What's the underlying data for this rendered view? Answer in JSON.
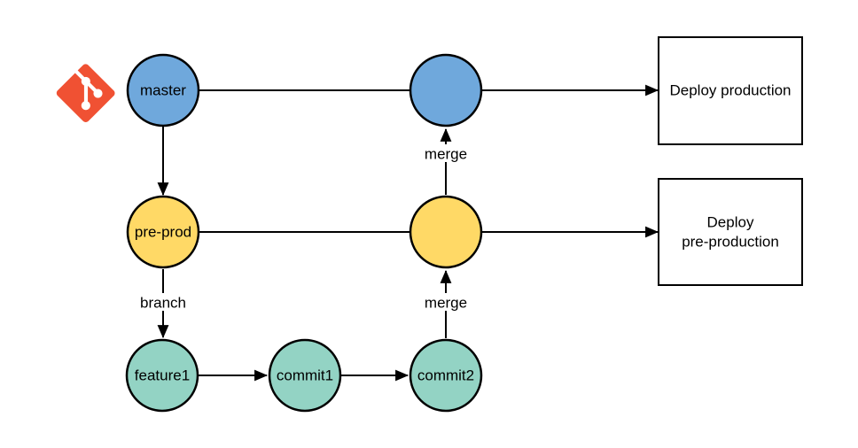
{
  "colors": {
    "node_blue": "#6FA8DC",
    "node_yellow": "#FFD966",
    "node_teal": "#93D3C4",
    "git_orange": "#F05133",
    "line": "#000000",
    "background": "#FFFFFF"
  },
  "nodes": {
    "master": "master",
    "pre_prod": "pre-prod",
    "feature1": "feature1",
    "commit1": "commit1",
    "commit2": "commit2"
  },
  "edge_labels": {
    "merge_to_master": "merge",
    "merge_to_pre_prod": "merge",
    "branch": "branch"
  },
  "deploy_boxes": {
    "production": "Deploy production",
    "pre_production_line1": "Deploy",
    "pre_production_line2": "pre-production"
  },
  "icons": {
    "git_logo": "git-logo"
  }
}
